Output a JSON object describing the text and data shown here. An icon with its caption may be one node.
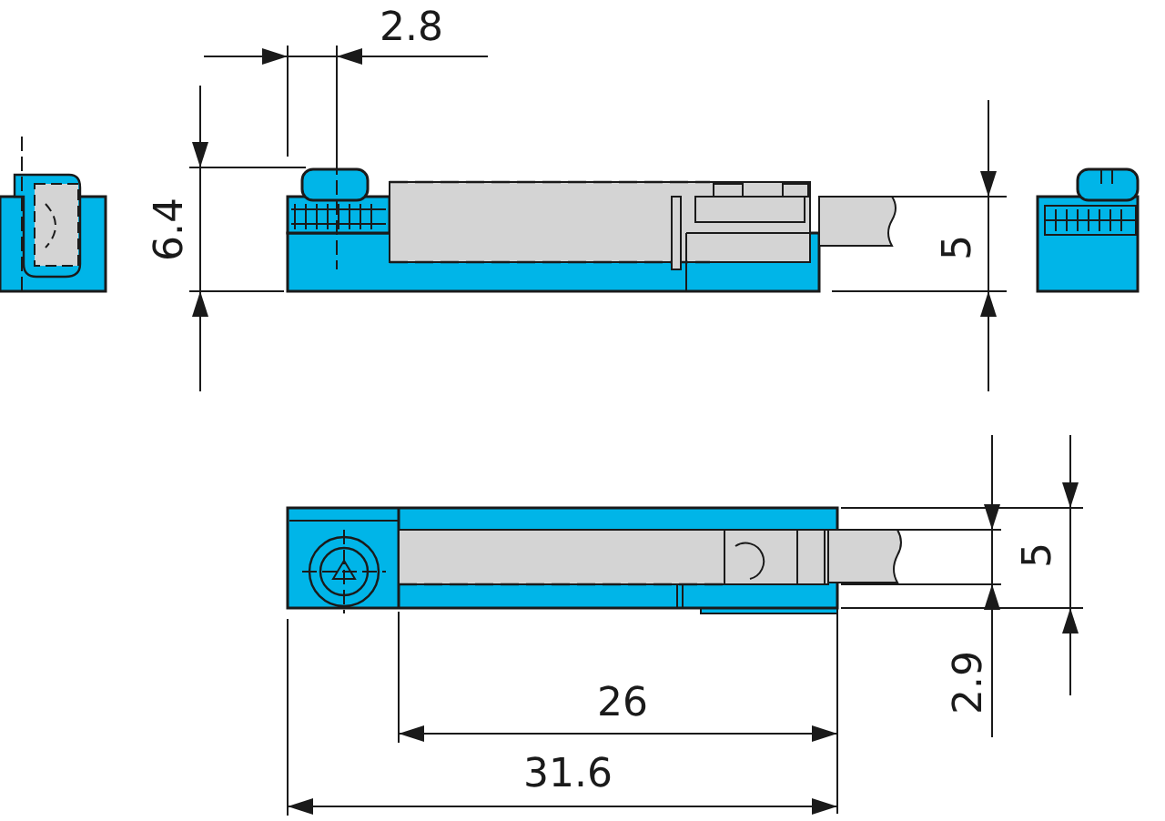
{
  "diagram": {
    "labels": [
      "2.8",
      "6.4",
      "5",
      "5",
      "2.9",
      "26",
      "31.6"
    ]
  }
}
